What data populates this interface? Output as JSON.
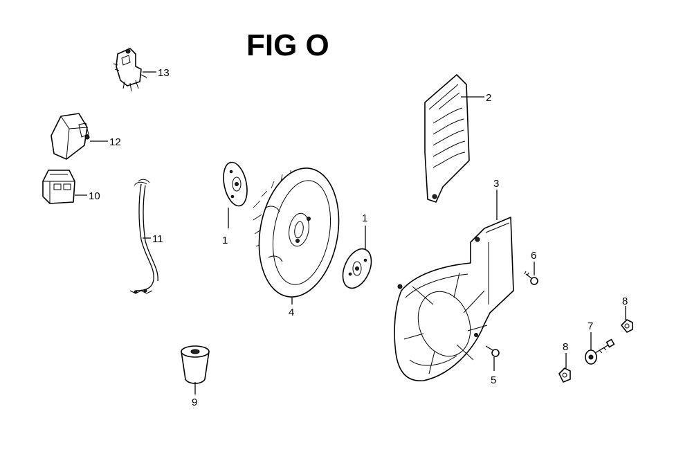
{
  "figure": {
    "title": "FIG O"
  },
  "callouts": [
    {
      "id": "c13a",
      "label": "13"
    },
    {
      "id": "c12a",
      "label": "12"
    },
    {
      "id": "c10a",
      "label": "10"
    },
    {
      "id": "c11a",
      "label": "11"
    },
    {
      "id": "c1a",
      "label": "1"
    },
    {
      "id": "c1b",
      "label": "1"
    },
    {
      "id": "c4a",
      "label": "4"
    },
    {
      "id": "c2a",
      "label": "2"
    },
    {
      "id": "c3a",
      "label": "3"
    },
    {
      "id": "c6a",
      "label": "6"
    },
    {
      "id": "c5a",
      "label": "5"
    },
    {
      "id": "c8a",
      "label": "8"
    },
    {
      "id": "c8b",
      "label": "8"
    },
    {
      "id": "c7a",
      "label": "7"
    },
    {
      "id": "c9a",
      "label": "9"
    }
  ]
}
